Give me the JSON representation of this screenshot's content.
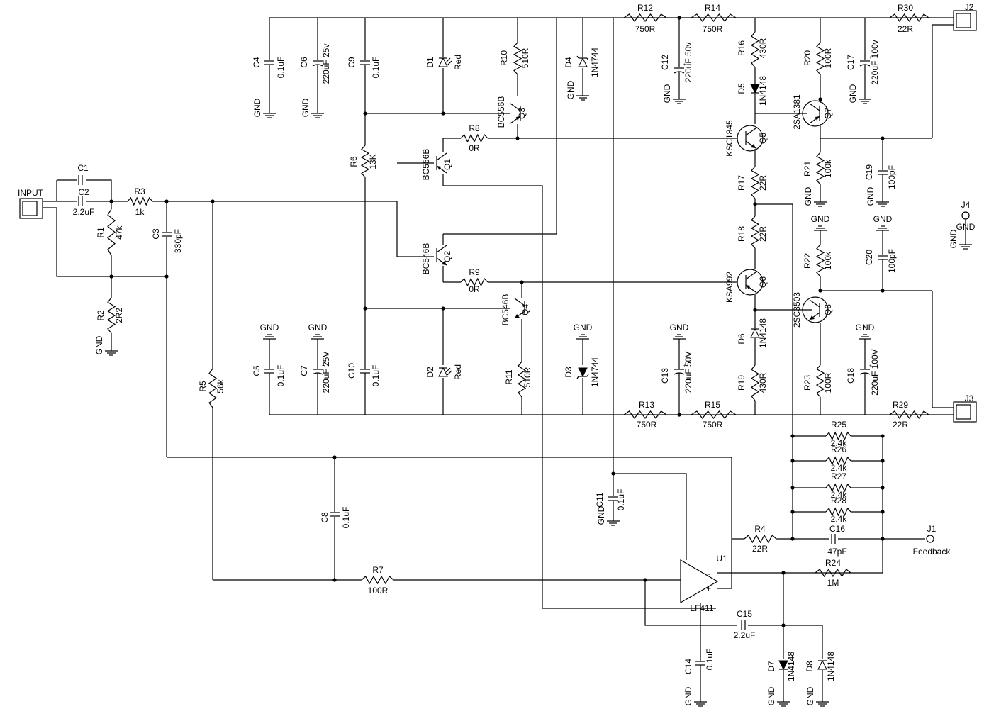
{
  "components": [
    {
      "ref": "C1",
      "label": "C1",
      "value": ""
    },
    {
      "ref": "C2",
      "label": "C2",
      "value": "2.2uF"
    },
    {
      "ref": "R3",
      "label": "R3",
      "value": "1k"
    },
    {
      "ref": "R1",
      "label": "R1",
      "value": "47k"
    },
    {
      "ref": "R2",
      "label": "R2",
      "value": "2R2"
    },
    {
      "ref": "C3",
      "label": "C3",
      "value": "330pF"
    },
    {
      "ref": "R5",
      "label": "R5",
      "value": "56k"
    },
    {
      "ref": "C4",
      "label": "C4",
      "value": "0.1uF"
    },
    {
      "ref": "C6",
      "label": "C6",
      "value": "220uF 25v"
    },
    {
      "ref": "C9",
      "label": "C9",
      "value": "0.1uF"
    },
    {
      "ref": "R6",
      "label": "R6",
      "value": "13K"
    },
    {
      "ref": "D1",
      "label": "D1",
      "value": "Red"
    },
    {
      "ref": "R10",
      "label": "R10",
      "value": "510R"
    },
    {
      "ref": "Q3",
      "label": "Q3",
      "value": "BC556B"
    },
    {
      "ref": "D4",
      "label": "D4",
      "value": "1N4744"
    },
    {
      "ref": "R8",
      "label": "R8",
      "value": "0R"
    },
    {
      "ref": "Q1",
      "label": "Q1",
      "value": "BC556B"
    },
    {
      "ref": "Q2",
      "label": "Q2",
      "value": "BC546B"
    },
    {
      "ref": "R9",
      "label": "R9",
      "value": "0R"
    },
    {
      "ref": "Q4",
      "label": "Q4",
      "value": "BC546B"
    },
    {
      "ref": "C5",
      "label": "C5",
      "value": "0.1uF"
    },
    {
      "ref": "C7",
      "label": "C7",
      "value": "220uF 25V"
    },
    {
      "ref": "C10",
      "label": "C10",
      "value": "0.1uF"
    },
    {
      "ref": "D2",
      "label": "D2",
      "value": "Red"
    },
    {
      "ref": "R11",
      "label": "R11",
      "value": "510R"
    },
    {
      "ref": "D3",
      "label": "D3",
      "value": "1N4744"
    },
    {
      "ref": "R12",
      "label": "R12",
      "value": "750R"
    },
    {
      "ref": "R14",
      "label": "R14",
      "value": "750R"
    },
    {
      "ref": "C12",
      "label": "C12",
      "value": "220uF 50v"
    },
    {
      "ref": "R16",
      "label": "R16",
      "value": "430R"
    },
    {
      "ref": "D5",
      "label": "D5",
      "value": "1N4148"
    },
    {
      "ref": "Q5",
      "label": "Q5",
      "value": "KSC1845"
    },
    {
      "ref": "R17",
      "label": "R17",
      "value": "22R"
    },
    {
      "ref": "R18",
      "label": "R18",
      "value": "22R"
    },
    {
      "ref": "Q6",
      "label": "Q6",
      "value": "KSA992"
    },
    {
      "ref": "D6",
      "label": "D6",
      "value": "1N4148"
    },
    {
      "ref": "R19",
      "label": "R19",
      "value": "430R"
    },
    {
      "ref": "R13",
      "label": "R13",
      "value": "750R"
    },
    {
      "ref": "R15",
      "label": "R15",
      "value": "750R"
    },
    {
      "ref": "C13",
      "label": "C13",
      "value": "220uF 50V"
    },
    {
      "ref": "R20",
      "label": "R20",
      "value": "100R"
    },
    {
      "ref": "Q7",
      "label": "Q7",
      "value": "2SA1381"
    },
    {
      "ref": "C17",
      "label": "C17",
      "value": "220uF 100v"
    },
    {
      "ref": "R21",
      "label": "R21",
      "value": "100k"
    },
    {
      "ref": "C19",
      "label": "C19",
      "value": "100pF"
    },
    {
      "ref": "R30",
      "label": "R30",
      "value": "22R"
    },
    {
      "ref": "R22",
      "label": "R22",
      "value": "100k"
    },
    {
      "ref": "C20",
      "label": "C20",
      "value": "100pF"
    },
    {
      "ref": "Q8",
      "label": "Q8",
      "value": "2SC3503"
    },
    {
      "ref": "R23",
      "label": "R23",
      "value": "100R"
    },
    {
      "ref": "C18",
      "label": "C18",
      "value": "220uF 100V"
    },
    {
      "ref": "R29",
      "label": "R29",
      "value": "22R"
    },
    {
      "ref": "R25",
      "label": "R25",
      "value": "2.4k"
    },
    {
      "ref": "R26",
      "label": "R26",
      "value": "2.4k"
    },
    {
      "ref": "R27",
      "label": "R27",
      "value": "2.4k"
    },
    {
      "ref": "R28",
      "label": "R28",
      "value": "2.4k"
    },
    {
      "ref": "C16",
      "label": "C16",
      "value": "47pF"
    },
    {
      "ref": "R4",
      "label": "R4",
      "value": "22R"
    },
    {
      "ref": "R24",
      "label": "R24",
      "value": "1M"
    },
    {
      "ref": "U1",
      "label": "U1",
      "value": "LF411"
    },
    {
      "ref": "C11",
      "label": "C11",
      "value": "0.1uF"
    },
    {
      "ref": "C8",
      "label": "C8",
      "value": "0.1uF"
    },
    {
      "ref": "R7",
      "label": "R7",
      "value": "100R"
    },
    {
      "ref": "C14",
      "label": "C14",
      "value": "0.1uF"
    },
    {
      "ref": "C15",
      "label": "C15",
      "value": "2.2uF"
    },
    {
      "ref": "D7",
      "label": "D7",
      "value": "1N4148"
    },
    {
      "ref": "D8",
      "label": "D8",
      "value": "1N4148"
    }
  ],
  "connectors": [
    {
      "ref": "INPUT",
      "label": "INPUT"
    },
    {
      "ref": "J1",
      "label": "J1",
      "note": "Feedback"
    },
    {
      "ref": "J2",
      "label": "J2"
    },
    {
      "ref": "J3",
      "label": "J3"
    },
    {
      "ref": "J4",
      "label": "J4",
      "note": "GND"
    }
  ],
  "ground_label": "GND"
}
